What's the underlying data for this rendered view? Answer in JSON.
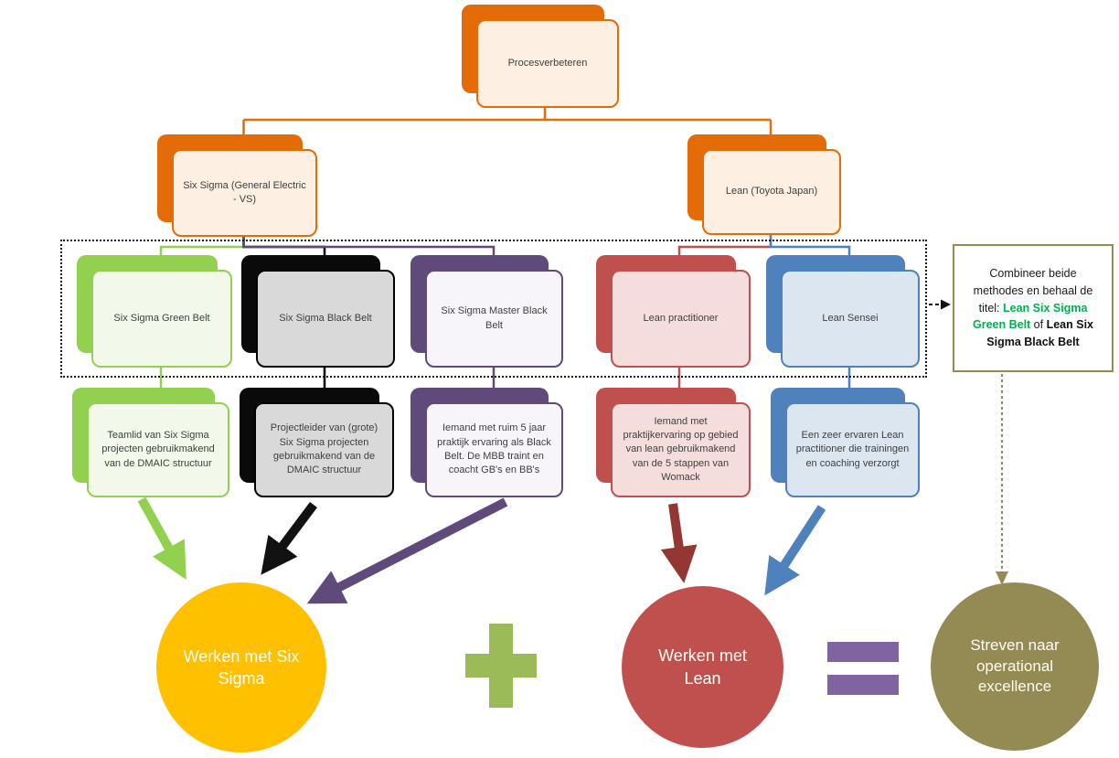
{
  "title": "Procesverbeteren",
  "root": {
    "label": "Procesverbeteren"
  },
  "level2": [
    {
      "label": "Six Sigma (General Electric - VS)"
    },
    {
      "label": "Lean (Toyota Japan)"
    }
  ],
  "belts": [
    {
      "label": "Six Sigma Green Belt",
      "desc": "Teamlid van Six Sigma projecten gebruikmakend van de DMAIC structuur",
      "color": "#92D050"
    },
    {
      "label": "Six Sigma Black Belt",
      "desc": "Projectleider van (grote) Six Sigma projecten gebruikmakend van de DMAIC structuur",
      "color": "#000000"
    },
    {
      "label": "Six Sigma Master Black Belt",
      "desc": "Iemand met ruim 5 jaar praktijk ervaring als Black Belt. De MBB traint en coacht GB's en BB's",
      "color": "#604A7B"
    },
    {
      "label": "Lean practitioner",
      "desc": "Iemand met praktijkervaring op gebied van lean gebruikmakend van de 5 stappen van Womack",
      "color": "#C0504D"
    },
    {
      "label": "Lean Sensei",
      "desc": "Een zeer ervaren Lean practitioner die trainingen en coaching verzorgt",
      "color": "#4F81BD"
    }
  ],
  "combine": {
    "part1": "Combineer beide methodes en behaal de titel: ",
    "part2": "Lean Six Sigma Green Belt",
    "part3": " of ",
    "part4": "Lean Six Sigma Black Belt"
  },
  "circles": [
    {
      "label": "Werken met Six Sigma",
      "color": "#FFC000"
    },
    {
      "label": "Werken met Lean",
      "color": "#C0504D"
    },
    {
      "label": "Streven naar operational excellence",
      "color": "#948A54"
    }
  ],
  "operators": {
    "plus": "+",
    "equals": "="
  },
  "colors": {
    "orange": "#E36C09",
    "cream": "#FDEFE2",
    "green": "#92D050",
    "black": "#000000",
    "purple": "#604A7B",
    "red": "#C0504D",
    "blue": "#4F81BD",
    "yellow_circle": "#FFC000",
    "red_circle": "#C0504D",
    "olive_circle": "#948A54",
    "plus_green": "#9BBB59",
    "equals_purple": "#8064A2",
    "combine_green_text": "#00B050",
    "arrow_dark_red": "#943634"
  }
}
